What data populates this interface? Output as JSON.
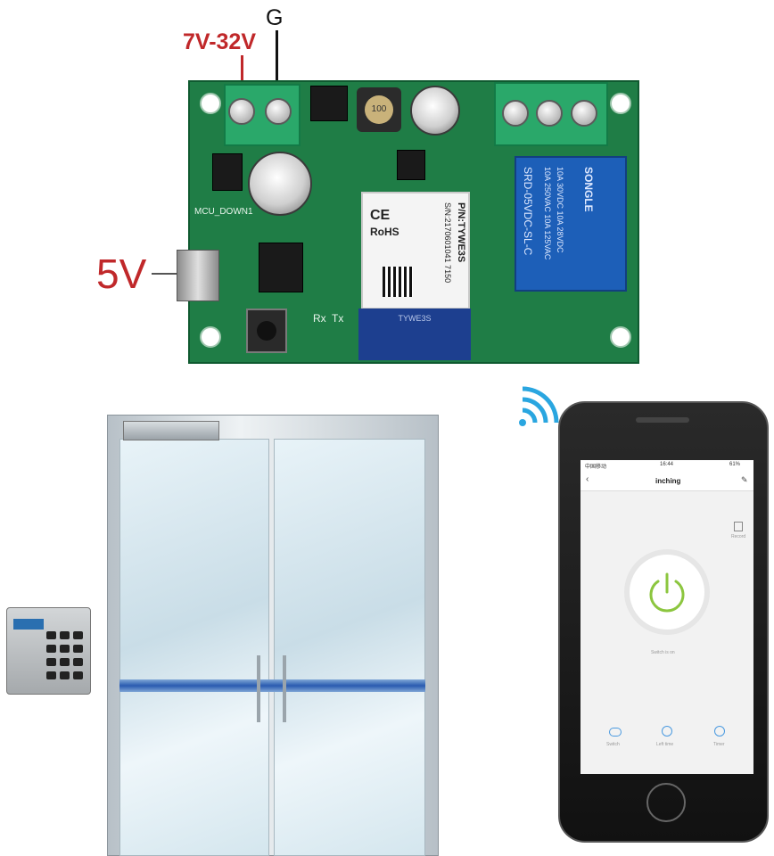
{
  "labels": {
    "voltage_range": "7V-32V",
    "ground": "G",
    "usb_voltage": "5V"
  },
  "module": {
    "part_no": "P/N:TYWE3S",
    "serial": "S/N:2170601041 7150",
    "ce": "CE",
    "rohs": "RoHS",
    "name": "TYWE3S",
    "mcu_label": "MCU_DOWN1",
    "rx": "Rx",
    "tx": "Tx"
  },
  "relay": {
    "brand": "SONGLE",
    "model": "SRD-05VDC-SL-C",
    "rating1": "10A 250VAC 10A 125VAC",
    "rating2": "10A 30VDC 10A 28VDC"
  },
  "app": {
    "status_left": "中国移动",
    "time": "16:44",
    "battery": "61%",
    "title": "inching",
    "record_label": "Record",
    "switch_status": "Switch is on",
    "bottom": [
      "Switch",
      "Left time",
      "Timer"
    ]
  },
  "colors": {
    "label_red": "#c0282a",
    "pcb_green": "#1f7d46",
    "relay_blue": "#1d5fb8",
    "power_green": "#8cc63f",
    "wifi_blue": "#2aa6e0"
  }
}
